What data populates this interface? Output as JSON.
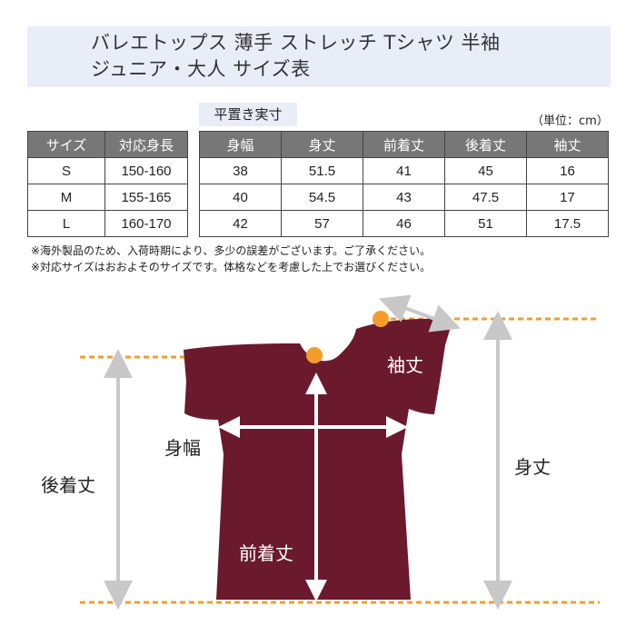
{
  "title": {
    "line1": "バレエトップス 薄手 ストレッチ Tシャツ 半袖",
    "line2": "ジュニア・大人 サイズ表"
  },
  "subhead": "平置き実寸",
  "unit": "（単位：cm）",
  "size_table": {
    "headers": [
      "サイズ",
      "対応身長"
    ],
    "rows": [
      [
        "S",
        "150-160"
      ],
      [
        "M",
        "155-165"
      ],
      [
        "L",
        "160-170"
      ]
    ]
  },
  "measure_table": {
    "headers": [
      "身幅",
      "身丈",
      "前着丈",
      "後着丈",
      "袖丈"
    ],
    "rows": [
      [
        "38",
        "51.5",
        "41",
        "45",
        "16"
      ],
      [
        "40",
        "54.5",
        "43",
        "47.5",
        "17"
      ],
      [
        "42",
        "57",
        "46",
        "51",
        "17.5"
      ]
    ]
  },
  "notes": [
    "※海外製品のため、入荷時期により、多少の誤差がございます。ご了承ください。",
    "※対応サイズはおおよそのサイズです。体格などを考慮した上でお選びください。"
  ],
  "diagram": {
    "labels": {
      "sleeve": "袖丈",
      "width": "身幅",
      "back_length": "後着丈",
      "body_length": "身丈",
      "front_length": "前着丈"
    },
    "colors": {
      "shirt": "#6b1a2e",
      "orange": "#f49c2c",
      "arrow": "#cccccc"
    }
  }
}
